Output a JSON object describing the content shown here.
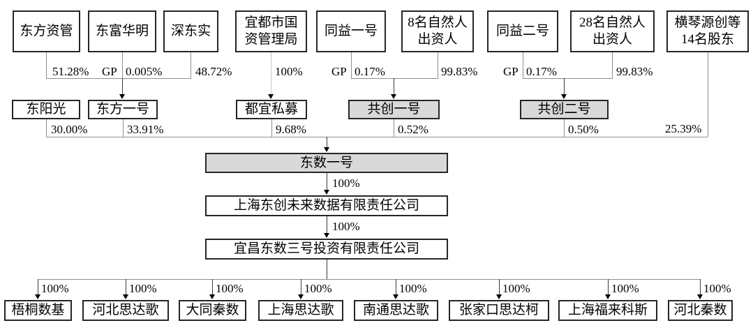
{
  "nodes": {
    "r1": [
      {
        "label": "东方资管"
      },
      {
        "label": "东富华明"
      },
      {
        "label": "深东实"
      },
      {
        "label": "宜都市国",
        "label2": "资管理局"
      },
      {
        "label": "同益一号"
      },
      {
        "label": "8名自然人",
        "label2": "出资人"
      },
      {
        "label": "同益二号"
      },
      {
        "label": "28名自然人",
        "label2": "出资人"
      },
      {
        "label": "横琴源创等",
        "label2": "14名股东"
      }
    ],
    "r2": [
      {
        "label": "东阳光"
      },
      {
        "label": "东方一号"
      },
      {
        "label": "都宜私募"
      },
      {
        "label": "共创一号"
      },
      {
        "label": "共创二号"
      }
    ],
    "mid": [
      {
        "label": "东数一号"
      },
      {
        "label": "上海东创未来数据有限责任公司"
      },
      {
        "label": "宜昌东数三号投资有限责任公司"
      }
    ],
    "r4": [
      {
        "label": "梧桐数基"
      },
      {
        "label": "河北思达歌"
      },
      {
        "label": "大同秦数"
      },
      {
        "label": "上海思达歌"
      },
      {
        "label": "南通思达歌"
      },
      {
        "label": "张家口思达柯"
      },
      {
        "label": "上海福来科斯"
      },
      {
        "label": "河北秦数"
      }
    ]
  },
  "edges": {
    "dongfang_ziguan_pct": "51.28%",
    "dongfu_huaming_gp": "GP",
    "dongfu_huaming_pct": "0.005%",
    "shendongshi_pct": "48.72%",
    "yidu_pct": "100%",
    "tongyi1_gp": "GP",
    "tongyi1_pct": "0.17%",
    "natural8_pct": "99.83%",
    "tongyi2_gp": "GP",
    "tongyi2_pct": "0.17%",
    "natural28_pct": "99.83%",
    "dongyangguang_pct": "30.00%",
    "dongfang_yihao_pct": "33.91%",
    "duyi_pct": "9.68%",
    "gongchuang1_pct": "0.52%",
    "gongchuang2_pct": "0.50%",
    "hengqin_pct": "25.39%",
    "dongshu1_pct": "100%",
    "shanghai_dongchuang_pct": "100%",
    "bottom": [
      "100%",
      "100%",
      "100%",
      "100%",
      "100%",
      "100%",
      "100%",
      "100%"
    ]
  },
  "colors": {
    "line_gray": "#8f8f8f",
    "line_dark": "#3c3c3c",
    "box_border": "#262626",
    "gray_fill": "#d9d9d9",
    "text": "#000000"
  }
}
